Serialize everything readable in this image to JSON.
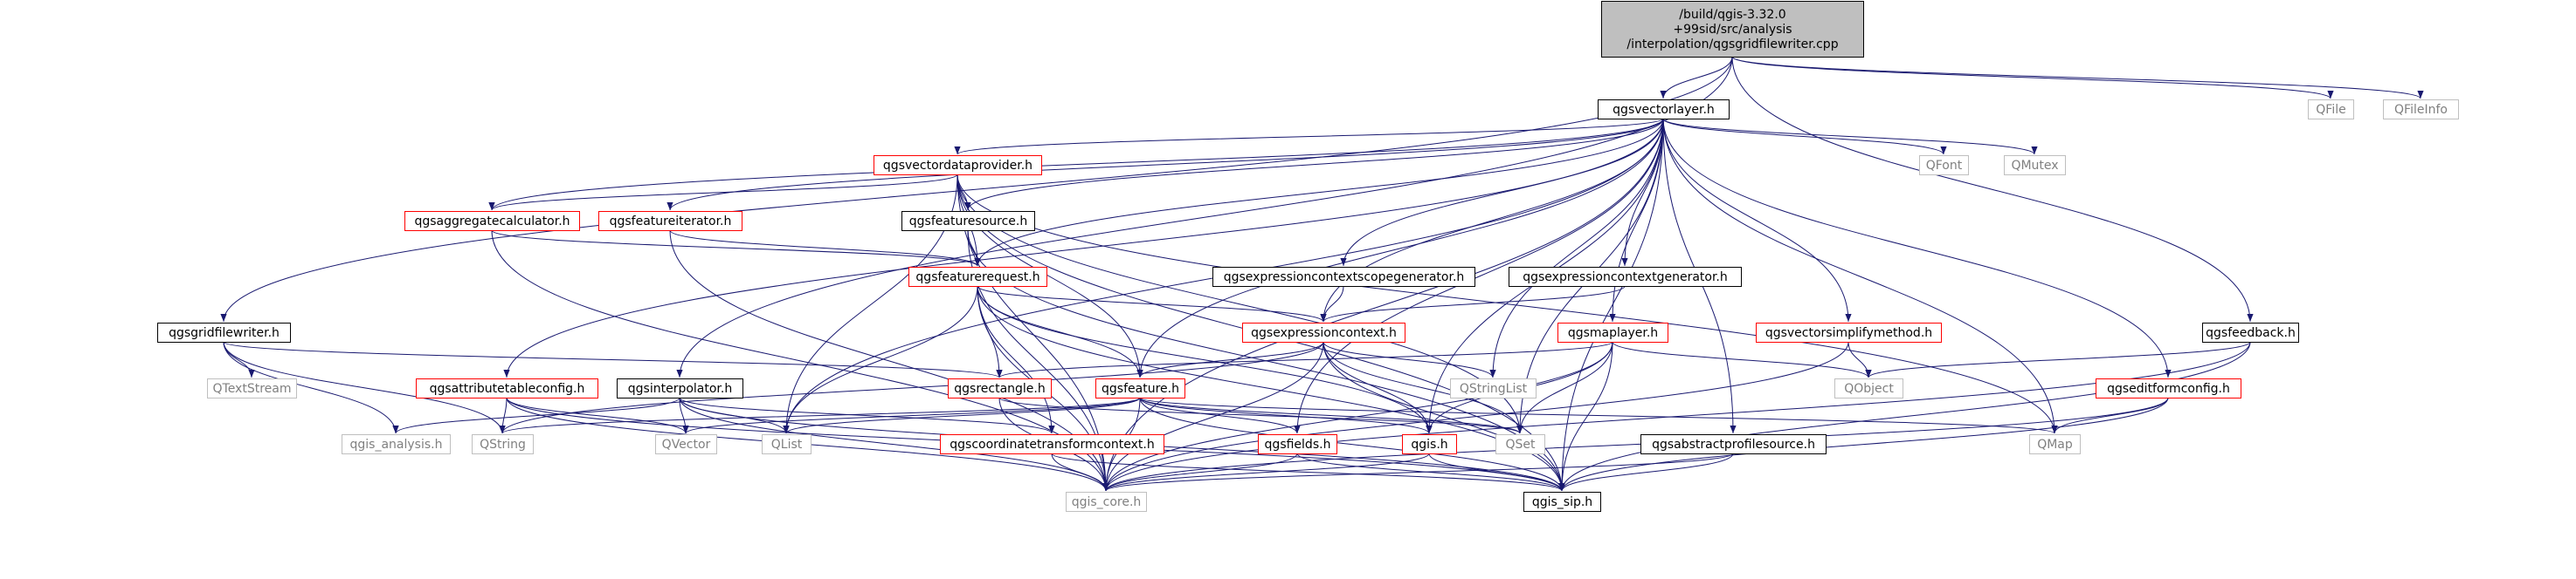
{
  "colors": {
    "edge": "#191970",
    "root_fill": "#bfbfbf",
    "node_fill": "#ffffff",
    "border_black": "#000000",
    "border_red": "#ff0000",
    "border_gray": "#bfbfbf",
    "text": "#000000",
    "text_gray": "#808080"
  },
  "root": {
    "id": "root",
    "lines": [
      "/build/qgis-3.32.0",
      "+99sid/src/analysis",
      "/interpolation/qgsgridfilewriter.cpp"
    ],
    "style": "root"
  },
  "nodes": [
    {
      "id": "qgsvectorlayer",
      "label": "qgsvectorlayer.h",
      "style": "black"
    },
    {
      "id": "qfile",
      "label": "QFile",
      "style": "gray"
    },
    {
      "id": "qfileinfo",
      "label": "QFileInfo",
      "style": "gray"
    },
    {
      "id": "qgsvectordataprovider",
      "label": "qgsvectordataprovider.h",
      "style": "red"
    },
    {
      "id": "qfont",
      "label": "QFont",
      "style": "gray"
    },
    {
      "id": "qmutex",
      "label": "QMutex",
      "style": "gray"
    },
    {
      "id": "qgsaggregatecalculator",
      "label": "qgsaggregatecalculator.h",
      "style": "red"
    },
    {
      "id": "qgsfeatureiterator",
      "label": "qgsfeatureiterator.h",
      "style": "red"
    },
    {
      "id": "qgsfeaturesource",
      "label": "qgsfeaturesource.h",
      "style": "black"
    },
    {
      "id": "qgsfeaturerequest",
      "label": "qgsfeaturerequest.h",
      "style": "red"
    },
    {
      "id": "qgsexpressioncontextscopegenerator",
      "label": "qgsexpressioncontextscopegenerator.h",
      "style": "black"
    },
    {
      "id": "qgsexpressioncontextgenerator",
      "label": "qgsexpressioncontextgenerator.h",
      "style": "black"
    },
    {
      "id": "qgsgridfilewriter",
      "label": "qgsgridfilewriter.h",
      "style": "black"
    },
    {
      "id": "qgsexpressioncontext",
      "label": "qgsexpressioncontext.h",
      "style": "red"
    },
    {
      "id": "qgsmaplayer",
      "label": "qgsmaplayer.h",
      "style": "red"
    },
    {
      "id": "qgsvectorsimplifymethod",
      "label": "qgsvectorsimplifymethod.h",
      "style": "red"
    },
    {
      "id": "qgsfeedback",
      "label": "qgsfeedback.h",
      "style": "black"
    },
    {
      "id": "qtextstream",
      "label": "QTextStream",
      "style": "gray"
    },
    {
      "id": "qgsattributetableconfig",
      "label": "qgsattributetableconfig.h",
      "style": "red"
    },
    {
      "id": "qgsinterpolator",
      "label": "qgsinterpolator.h",
      "style": "black"
    },
    {
      "id": "qgsrectangle",
      "label": "qgsrectangle.h",
      "style": "red"
    },
    {
      "id": "qgsfeature",
      "label": "qgsfeature.h",
      "style": "red"
    },
    {
      "id": "qstringlist",
      "label": "QStringList",
      "style": "gray"
    },
    {
      "id": "qobject",
      "label": "QObject",
      "style": "gray"
    },
    {
      "id": "qgseditformconfig",
      "label": "qgseditformconfig.h",
      "style": "red"
    },
    {
      "id": "qgis_analysis",
      "label": "qgis_analysis.h",
      "style": "gray"
    },
    {
      "id": "qstring",
      "label": "QString",
      "style": "gray"
    },
    {
      "id": "qvector",
      "label": "QVector",
      "style": "gray"
    },
    {
      "id": "qlist",
      "label": "QList",
      "style": "gray"
    },
    {
      "id": "qgscoordinatetransformcontext",
      "label": "qgscoordinatetransformcontext.h",
      "style": "red"
    },
    {
      "id": "qgsfields",
      "label": "qgsfields.h",
      "style": "red"
    },
    {
      "id": "qgis",
      "label": "qgis.h",
      "style": "red"
    },
    {
      "id": "qset",
      "label": "QSet",
      "style": "gray"
    },
    {
      "id": "qgsabstractprofilesource",
      "label": "qgsabstractprofilesource.h",
      "style": "black"
    },
    {
      "id": "qmap",
      "label": "QMap",
      "style": "gray"
    },
    {
      "id": "qgis_core",
      "label": "qgis_core.h",
      "style": "gray"
    },
    {
      "id": "qgis_sip",
      "label": "qgis_sip.h",
      "style": "black"
    }
  ],
  "edges": [
    [
      "root",
      "qgsvectorlayer"
    ],
    [
      "root",
      "qfile"
    ],
    [
      "root",
      "qfileinfo"
    ],
    [
      "root",
      "qgsgridfilewriter"
    ],
    [
      "root",
      "qgsinterpolator"
    ],
    [
      "root",
      "qgsfeedback"
    ],
    [
      "qgsvectorlayer",
      "qgsvectordataprovider"
    ],
    [
      "qgsvectorlayer",
      "qfont"
    ],
    [
      "qgsvectorlayer",
      "qmutex"
    ],
    [
      "qgsvectorlayer",
      "qgsaggregatecalculator"
    ],
    [
      "qgsvectorlayer",
      "qgsfeatureiterator"
    ],
    [
      "qgsvectorlayer",
      "qgsfeaturesource"
    ],
    [
      "qgsvectorlayer",
      "qgsfeaturerequest"
    ],
    [
      "qgsvectorlayer",
      "qgsexpressioncontextscopegenerator"
    ],
    [
      "qgsvectorlayer",
      "qgsexpressioncontextgenerator"
    ],
    [
      "qgsvectorlayer",
      "qgsexpressioncontext"
    ],
    [
      "qgsvectorlayer",
      "qgsmaplayer"
    ],
    [
      "qgsvectorlayer",
      "qgsvectorsimplifymethod"
    ],
    [
      "qgsvectorlayer",
      "qgseditformconfig"
    ],
    [
      "qgsvectorlayer",
      "qgsattributetableconfig"
    ],
    [
      "qgsvectorlayer",
      "qgsfeature"
    ],
    [
      "qgsvectorlayer",
      "qstringlist"
    ],
    [
      "qgsvectorlayer",
      "qgsfields"
    ],
    [
      "qgsvectorlayer",
      "qgis"
    ],
    [
      "qgsvectorlayer",
      "qset"
    ],
    [
      "qgsvectorlayer",
      "qgsabstractprofilesource"
    ],
    [
      "qgsvectorlayer",
      "qmap"
    ],
    [
      "qgsvectorlayer",
      "qlist"
    ],
    [
      "qgsvectorlayer",
      "qgis_core"
    ],
    [
      "qgsvectorlayer",
      "qgis_sip"
    ],
    [
      "qgsvectordataprovider",
      "qgsaggregatecalculator"
    ],
    [
      "qgsvectordataprovider",
      "qgsfeaturesource"
    ],
    [
      "qgsvectordataprovider",
      "qgsfeaturerequest"
    ],
    [
      "qgsvectordataprovider",
      "qgsfeature"
    ],
    [
      "qgsvectordataprovider",
      "qlist"
    ],
    [
      "qgsvectordataprovider",
      "qset"
    ],
    [
      "qgsvectordataprovider",
      "qmap"
    ],
    [
      "qgsvectordataprovider",
      "qgis_core"
    ],
    [
      "qgsvectordataprovider",
      "qgis_sip"
    ],
    [
      "qgsaggregatecalculator",
      "qgsfeaturerequest"
    ],
    [
      "qgsaggregatecalculator",
      "qgis_core"
    ],
    [
      "qgsfeatureiterator",
      "qgsfeaturerequest"
    ],
    [
      "qgsfeatureiterator",
      "qgis_core"
    ],
    [
      "qgsfeaturesource",
      "qgsfeaturerequest"
    ],
    [
      "qgsfeaturesource",
      "qgis_core"
    ],
    [
      "qgsfeaturesource",
      "qgis_sip"
    ],
    [
      "qgsfeaturerequest",
      "qgsexpressioncontext"
    ],
    [
      "qgsfeaturerequest",
      "qgsrectangle"
    ],
    [
      "qgsfeaturerequest",
      "qgsfeature"
    ],
    [
      "qgsfeaturerequest",
      "qgscoordinatetransformcontext"
    ],
    [
      "qgsfeaturerequest",
      "qgis"
    ],
    [
      "qgsfeaturerequest",
      "qlist"
    ],
    [
      "qgsfeaturerequest",
      "qgis_core"
    ],
    [
      "qgsfeaturerequest",
      "qgis_sip"
    ],
    [
      "qgsexpressioncontextscopegenerator",
      "qgsexpressioncontext"
    ],
    [
      "qgsexpressioncontextgenerator",
      "qgsexpressioncontext"
    ],
    [
      "qgsexpressioncontext",
      "qgsfeature"
    ],
    [
      "qgsexpressioncontext",
      "qstringlist"
    ],
    [
      "qgsexpressioncontext",
      "qset"
    ],
    [
      "qgsexpressioncontext",
      "qstring"
    ],
    [
      "qgsexpressioncontext",
      "qgis_core"
    ],
    [
      "qgsexpressioncontext",
      "qgis_sip"
    ],
    [
      "qgsexpressioncontext",
      "qgis"
    ],
    [
      "qgsmaplayer",
      "qgsrectangle"
    ],
    [
      "qgsmaplayer",
      "qgis"
    ],
    [
      "qgsmaplayer",
      "qset"
    ],
    [
      "qgsmaplayer",
      "qgis_core"
    ],
    [
      "qgsmaplayer",
      "qgis_sip"
    ],
    [
      "qgsmaplayer",
      "qobject"
    ],
    [
      "qgsvectorsimplifymethod",
      "qobject"
    ],
    [
      "qgsvectorsimplifymethod",
      "qgis_core"
    ],
    [
      "qgsfeedback",
      "qobject"
    ],
    [
      "qgsfeedback",
      "qgis_core"
    ],
    [
      "qgsfeedback",
      "qgis_sip"
    ],
    [
      "qgseditformconfig",
      "qmap"
    ],
    [
      "qgseditformconfig",
      "qgis_core"
    ],
    [
      "qgseditformconfig",
      "qgis_sip"
    ],
    [
      "qgsgridfilewriter",
      "qtextstream"
    ],
    [
      "qgsgridfilewriter",
      "qgis_analysis"
    ],
    [
      "qgsgridfilewriter",
      "qstring"
    ],
    [
      "qgsgridfilewriter",
      "qgsrectangle"
    ],
    [
      "qgsattributetableconfig",
      "qstring"
    ],
    [
      "qgsattributetableconfig",
      "qvector"
    ],
    [
      "qgsattributetableconfig",
      "qgis_core"
    ],
    [
      "qgsattributetableconfig",
      "qgis_sip"
    ],
    [
      "qgsinterpolator",
      "qgis_analysis"
    ],
    [
      "qgsinterpolator",
      "qvector"
    ],
    [
      "qgsinterpolator",
      "qlist"
    ],
    [
      "qgsinterpolator",
      "qgscoordinatetransformcontext"
    ],
    [
      "qgsinterpolator",
      "qgis_core"
    ],
    [
      "qgsinterpolator",
      "qgis_sip"
    ],
    [
      "qgsrectangle",
      "qgis_core"
    ],
    [
      "qgsrectangle",
      "qset"
    ],
    [
      "qgsfeature",
      "qvector"
    ],
    [
      "qgsfeature",
      "qlist"
    ],
    [
      "qgsfeature",
      "qstring"
    ],
    [
      "qgsfeature",
      "qgsfields"
    ],
    [
      "qgsfeature",
      "qgis"
    ],
    [
      "qgsfeature",
      "qset"
    ],
    [
      "qgsfeature",
      "qmap"
    ],
    [
      "qgsfeature",
      "qgis_core"
    ],
    [
      "qgsfeature",
      "qgis_sip"
    ],
    [
      "qgscoordinatetransformcontext",
      "qgis_core"
    ],
    [
      "qgscoordinatetransformcontext",
      "qgis_sip"
    ],
    [
      "qgsfields",
      "qgis_core"
    ],
    [
      "qgsfields",
      "qgis_sip"
    ],
    [
      "qgis",
      "qgis_core"
    ],
    [
      "qgis",
      "qgis_sip"
    ],
    [
      "qgsabstractprofilesource",
      "qgis_core"
    ],
    [
      "qgsabstractprofilesource",
      "qgis_sip"
    ]
  ]
}
